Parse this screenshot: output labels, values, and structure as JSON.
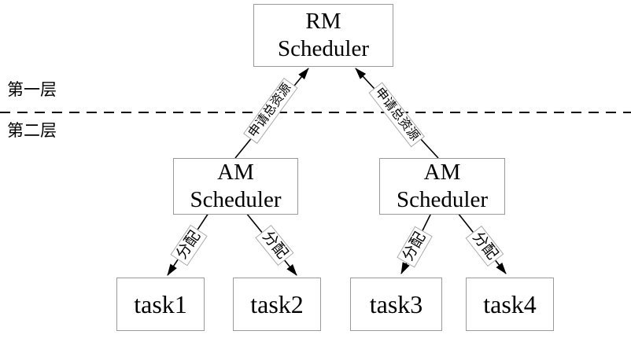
{
  "layers": {
    "first": "第一层",
    "second": "第二层"
  },
  "nodes": {
    "rm": {
      "line1": "RM",
      "line2": "Scheduler"
    },
    "am_left": {
      "line1": "AM",
      "line2": "Scheduler"
    },
    "am_right": {
      "line1": "AM",
      "line2": "Scheduler"
    },
    "task1": "task1",
    "task2": "task2",
    "task3": "task3",
    "task4": "task4"
  },
  "edge_labels": {
    "request_left": "申请总资源",
    "request_right": "申请总资源",
    "allocate_1": "分配",
    "allocate_2": "分配",
    "allocate_3": "分配",
    "allocate_4": "分配"
  },
  "colors": {
    "background": "#ffffff",
    "text": "#000000",
    "line": "#000000",
    "box_border": "#9a9a9a",
    "label_border": "#ababab"
  }
}
